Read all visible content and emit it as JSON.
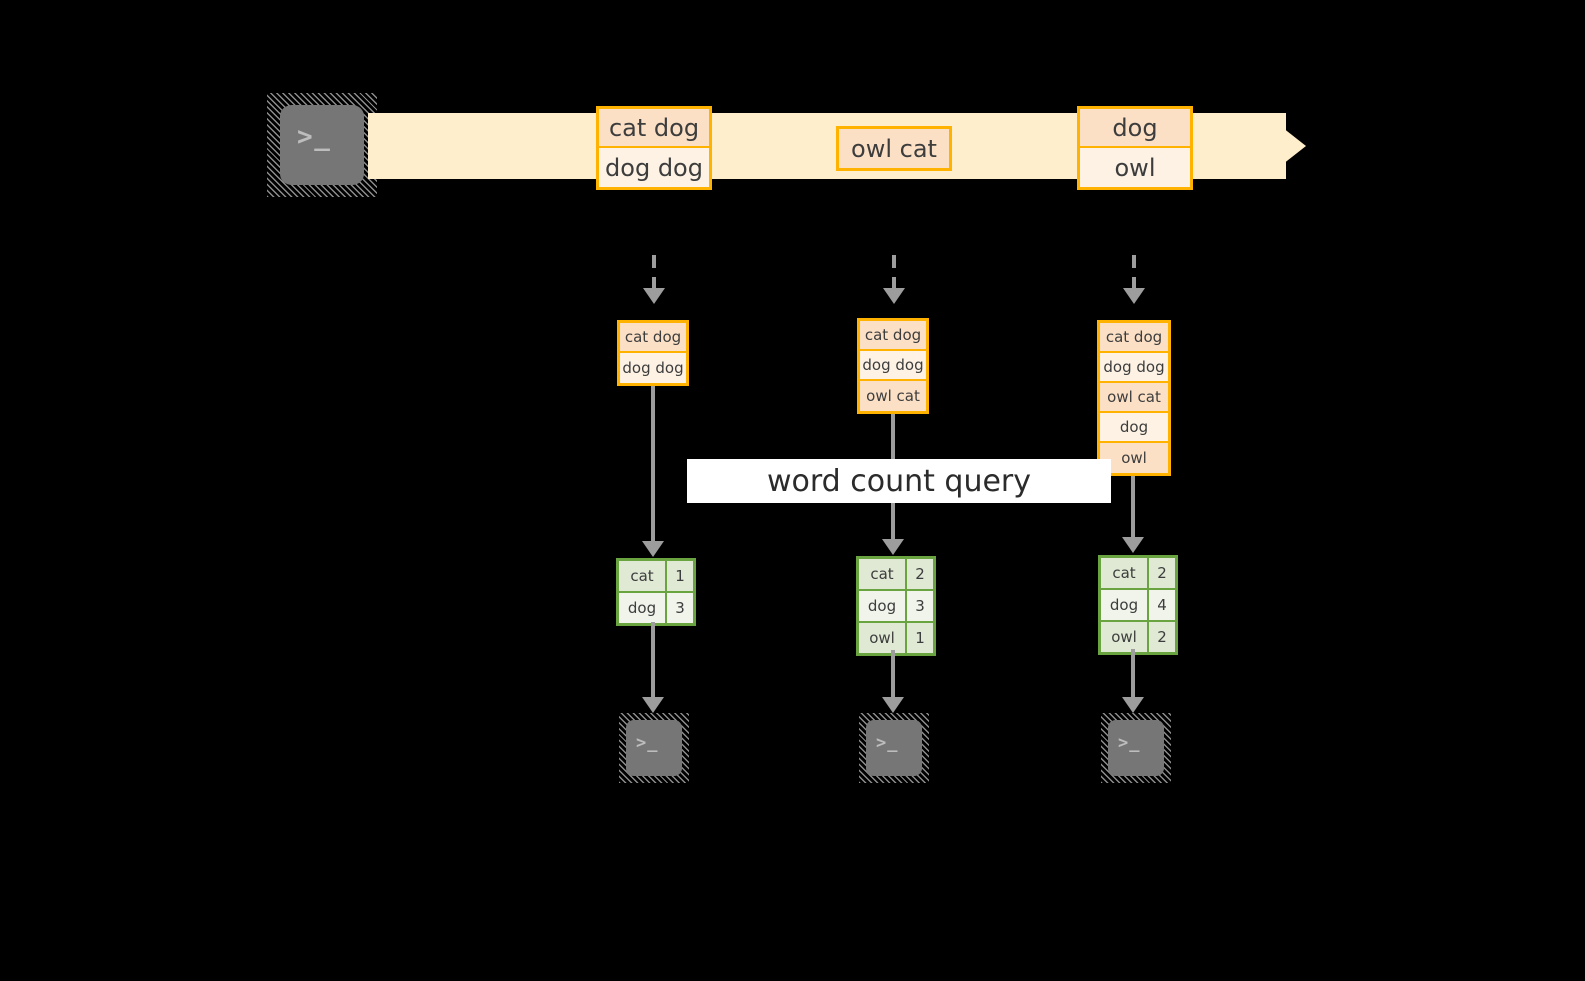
{
  "diagram": {
    "background_color": "#000000",
    "accent_orange": "#ffb300",
    "accent_green": "#6aa440",
    "stream_fill": "#ffeecb",
    "connector_gray": "#9d9d9d",
    "terminal_gray": "#767676"
  },
  "source": {
    "icon": "terminal-icon",
    "glyph": ">_"
  },
  "stream": {
    "label": "",
    "events": [
      {
        "lines": [
          "cat dog",
          "dog dog"
        ]
      },
      {
        "lines": [
          "owl cat"
        ]
      },
      {
        "lines": [
          "dog",
          "owl"
        ]
      }
    ]
  },
  "query": {
    "label": "word count query"
  },
  "snapshots": [
    {
      "accumulated": [
        "cat dog",
        "dog dog"
      ],
      "result": {
        "rows": [
          {
            "word": "cat",
            "count": "1"
          },
          {
            "word": "dog",
            "count": "3"
          }
        ]
      },
      "sink": {
        "icon": "terminal-icon",
        "glyph": ">_"
      }
    },
    {
      "accumulated": [
        "cat dog",
        "dog dog",
        "owl cat"
      ],
      "result": {
        "rows": [
          {
            "word": "cat",
            "count": "2"
          },
          {
            "word": "dog",
            "count": "3"
          },
          {
            "word": "owl",
            "count": "1"
          }
        ]
      },
      "sink": {
        "icon": "terminal-icon",
        "glyph": ">_"
      }
    },
    {
      "accumulated": [
        "cat dog",
        "dog dog",
        "owl cat",
        "dog",
        "owl"
      ],
      "result": {
        "rows": [
          {
            "word": "cat",
            "count": "2"
          },
          {
            "word": "dog",
            "count": "4"
          },
          {
            "word": "owl",
            "count": "2"
          }
        ]
      },
      "sink": {
        "icon": "terminal-icon",
        "glyph": ">_"
      }
    }
  ]
}
